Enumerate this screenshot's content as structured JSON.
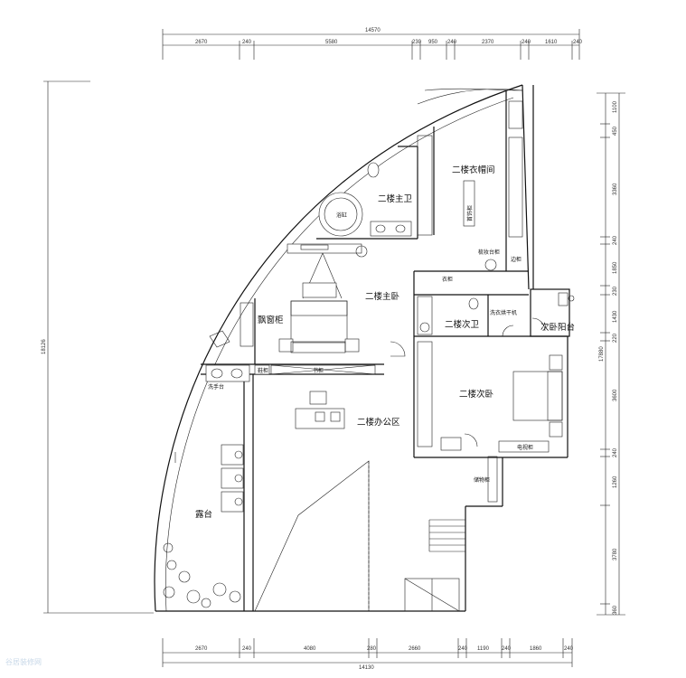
{
  "dimensions": {
    "top_total": "14570",
    "top_segments": [
      "2670",
      "240",
      "5580",
      "230",
      "950",
      "240",
      "2370",
      "240",
      "1610",
      "240"
    ],
    "bottom_total": "14130",
    "bottom_segments": [
      "2670",
      "240",
      "4080",
      "280",
      "2660",
      "240",
      "1190",
      "240",
      "1860",
      "240"
    ],
    "left_total": "18126",
    "right_total": "17880",
    "right_segments": [
      "1100",
      "450",
      "3360",
      "240",
      "1850",
      "230",
      "1430",
      "220",
      "3600",
      "240",
      "1260",
      "3780",
      "360"
    ]
  },
  "rooms": {
    "wardrobe": "二楼衣帽间",
    "master_bath": "二楼主卫",
    "master_bedroom": "二楼主卧",
    "display_cabinet": "飘窗柜",
    "second_bath": "二楼次卫",
    "second_balcony": "次卧阳台",
    "second_bedroom": "二楼次卧",
    "office": "二楼办公区",
    "terrace": "露台",
    "wash_basin": "洗手台",
    "storage_cabinet": "储物柜",
    "dressing_table": "梳妆台柜",
    "bookshelf": "书柜",
    "shoe_cabinet": "鞋柜",
    "tv_cabinet": "电视柜",
    "wardrobe_cabinet": "衣柜",
    "washer_dryer": "洗衣烘干机",
    "closet_island": "首饰柜",
    "bathtub": "浴缸",
    "sideboard": "边柜"
  },
  "watermark": "谷居装修网"
}
